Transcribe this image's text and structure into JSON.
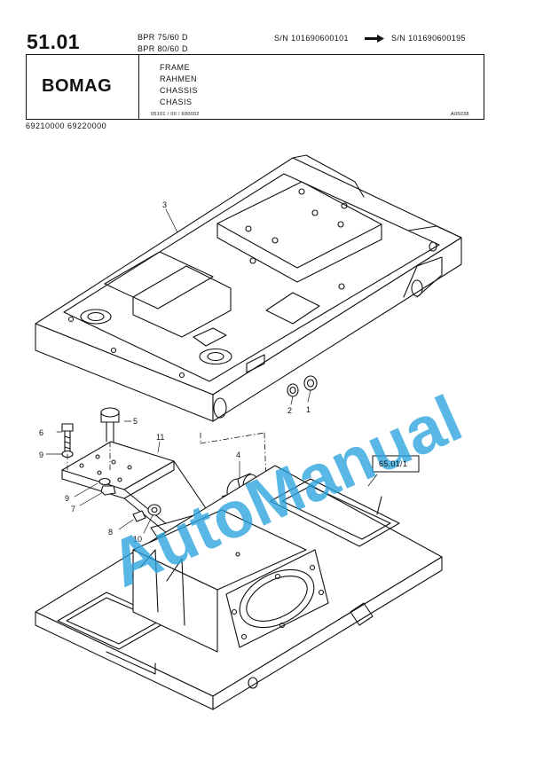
{
  "header": {
    "section_number": "51.01",
    "models": [
      "BPR 75/60 D",
      "BPR 80/60 D"
    ],
    "serial_from": "S/N 101690600101",
    "serial_to": "S/N 101690600195",
    "arrow_icon": "arrow-right-icon"
  },
  "title_box": {
    "brand": "BOMAG",
    "titles": [
      "FRAME",
      "RAHMEN",
      "CHASSIS",
      "CHASIS"
    ],
    "doc_code": "05101 / 00 / 690002",
    "drawing_code": "A05038"
  },
  "part_numbers": "69210000   69220000",
  "drawing": {
    "callouts": [
      "1",
      "2",
      "3",
      "4",
      "5",
      "6",
      "7",
      "8",
      "9",
      "9",
      "10",
      "11"
    ],
    "reference_box": "65.01/1"
  },
  "watermark": {
    "text": "AutoManual",
    "color": "#29a3dc"
  }
}
